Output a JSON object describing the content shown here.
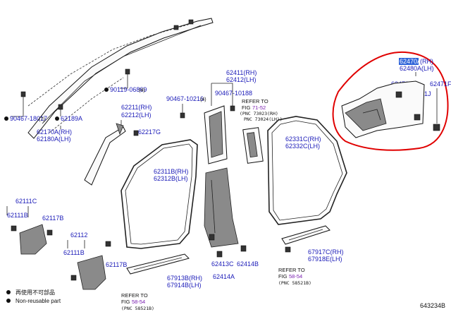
{
  "diagram_id": "643234B",
  "parts": {
    "p62470A": "62470A",
    "p62480A": "62480A(LH)",
    "p62470A_rh": "(RH)",
    "p62472G": "62472G",
    "p62471F": "62471F",
    "p62471J": "62471J",
    "p62411": "62411(RH)",
    "p62412": "62412(LH)",
    "p90467_10188": "90467-10188",
    "p90467_10216": "90467-10216",
    "p90467_10216_qty": "(4)",
    "p62211": "62211(RH)",
    "p62212": "62212(LH)",
    "p62217G": "62217G",
    "p90119_06869": "90119-06869",
    "p90119_06869_qty": "(4)",
    "p90467_18017": "90467-18017",
    "p90467_18017_qty": "(7)",
    "p62189A": "62189A",
    "p62170A": "62170A(RH)",
    "p62180A": "62180A(LH)",
    "p62331C": "62331C(RH)",
    "p62332C": "62332C(LH)",
    "p62311B": "62311B(RH)",
    "p62312B": "62312B(LH)",
    "p62111C": "62111C",
    "p62111B_a": "62111B",
    "p62117B_a": "62117B",
    "p62112": "62112",
    "p62111B_b": "62111B",
    "p62117B_b": "62117B",
    "p62413C": "62413C",
    "p62414A": "62414A",
    "p62414B": "62414B",
    "p67913B": "67913B(RH)",
    "p67914B": "67914B(LH)",
    "p67917C": "67917C(RH)",
    "p67918E": "67918E(LH)"
  },
  "references": {
    "ref1_line1": "REFER TO",
    "ref1_fig": "FIG",
    "ref1_num": "71-52",
    "ref1_pnc1": "(PNC 73023(RH)",
    "ref1_pnc2": "PNC 73024(LH))",
    "ref2_line1": "REFER TO",
    "ref2_fig": "FIG",
    "ref2_num": "58-54",
    "ref2_pnc": "(PNC 58521B)",
    "ref3_line1": "REFER TO",
    "ref3_fig": "FIG",
    "ref3_num": "58-54",
    "ref3_pnc": "(PNC 58521B)"
  },
  "legend": {
    "item1": "再使用不可部品",
    "item2": "Non-reusable part"
  },
  "colors": {
    "part_link": "#1a1ab8",
    "fig_ref": "#7a1fb0",
    "highlight_ring": "#e00000",
    "selected_label_bg": "#2f64d9"
  }
}
